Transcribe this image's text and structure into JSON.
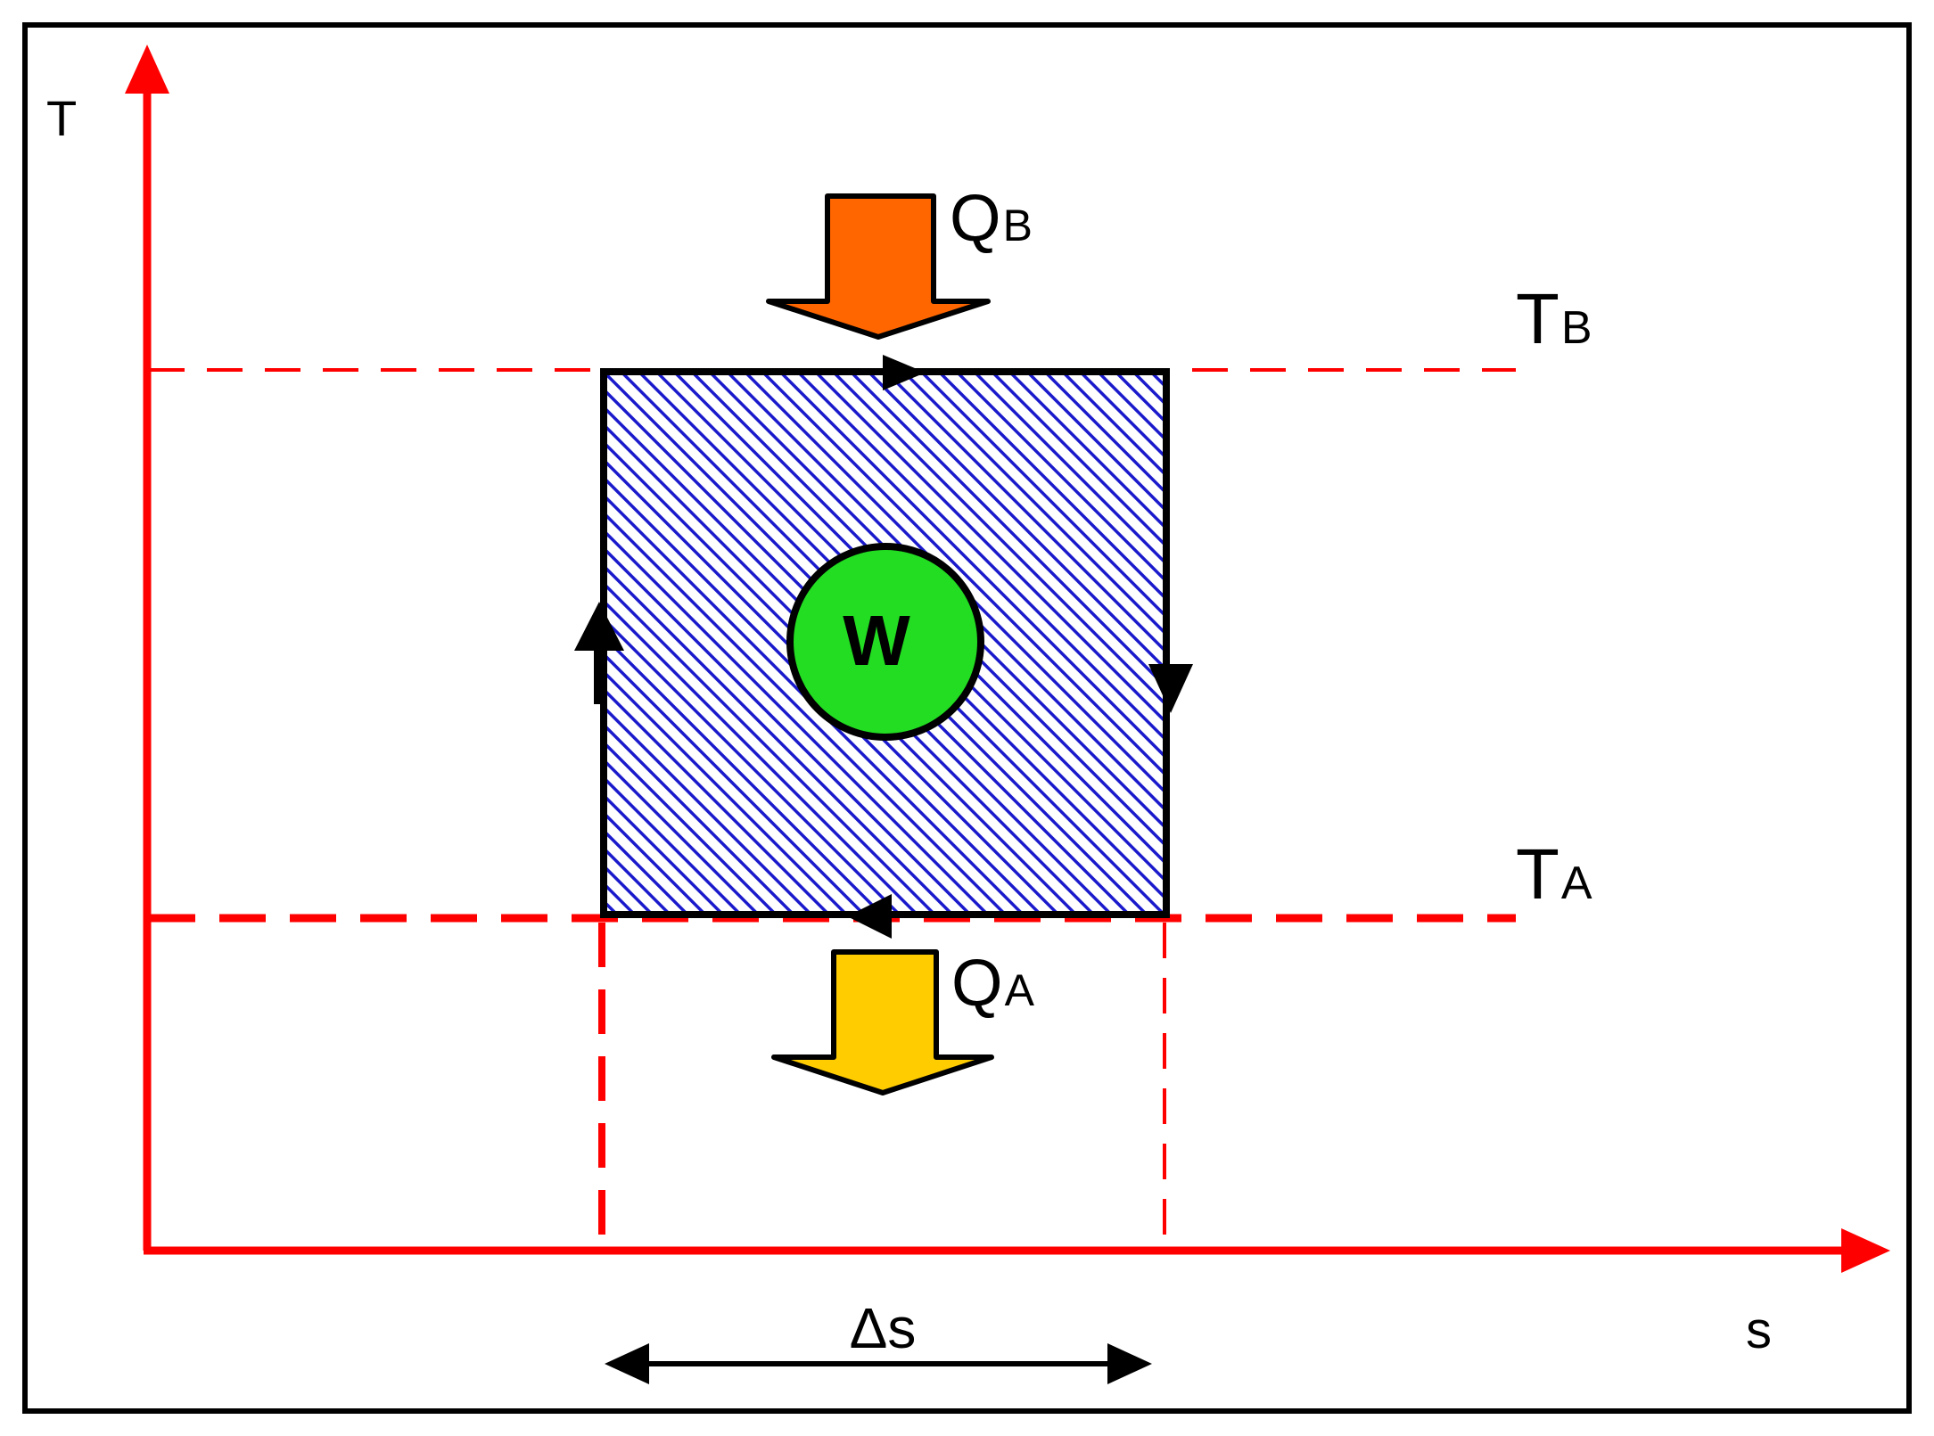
{
  "labels": {
    "t_axis": "T",
    "s_axis": "s",
    "t_high": "T",
    "t_high_sub": "B",
    "t_low": "T",
    "t_low_sub": "A",
    "q_in": "Q",
    "q_in_sub": "B",
    "q_out": "Q",
    "q_out_sub": "A",
    "work": "W",
    "delta_s": "Δs"
  },
  "colors": {
    "axis": "#ff0000",
    "dashed_lines": "#ff0000",
    "cycle_hatch": "#1a1acc",
    "cycle_border": "#000000",
    "work_circle": "#22dd22",
    "q_in_arrow": "#ff6600",
    "q_out_arrow": "#ffcc00",
    "frame": "#000000"
  },
  "icons": {
    "q_in": "down-arrow-icon",
    "q_out": "down-arrow-icon",
    "delta_s": "double-headed-arrow-icon"
  }
}
